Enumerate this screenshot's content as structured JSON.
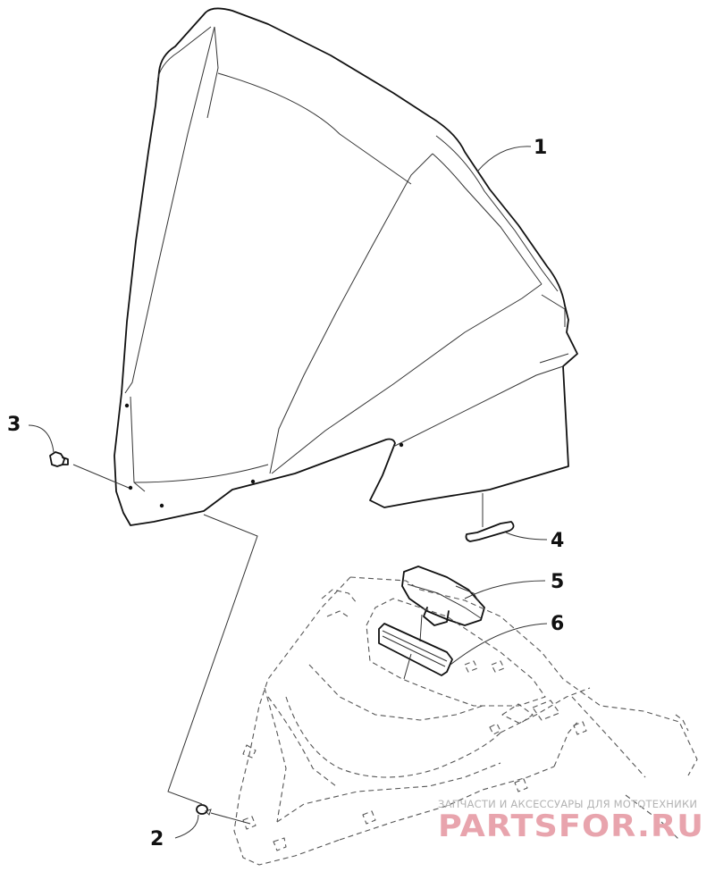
{
  "callouts": [
    {
      "id": "1",
      "label": "1"
    },
    {
      "id": "2",
      "label": "2"
    },
    {
      "id": "3",
      "label": "3"
    },
    {
      "id": "4",
      "label": "4"
    },
    {
      "id": "5",
      "label": "5"
    },
    {
      "id": "6",
      "label": "6"
    }
  ],
  "watermark": {
    "tagline": "ЗАПЧАСТИ И АКСЕССУАРЫ ДЛЯ МОТОТЕХНИКИ",
    "brand": "PARTSFOR.RU"
  }
}
